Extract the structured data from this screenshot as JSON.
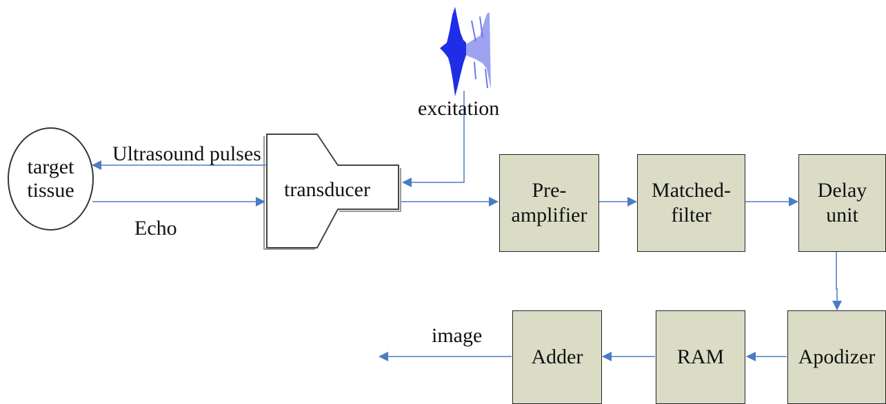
{
  "nodes": {
    "target_tissue": {
      "line1": "target",
      "line2": "tissue"
    },
    "transducer": "transducer",
    "preamplifier": {
      "line1": "Pre-",
      "line2": "amplifier"
    },
    "matched_filter": {
      "line1": "Matched-",
      "line2": "filter"
    },
    "delay_unit": {
      "line1": "Delay",
      "line2": "unit"
    },
    "apodizer": "Apodizer",
    "ram": "RAM",
    "adder": "Adder"
  },
  "edge_labels": {
    "ultrasound": "Ultrasound pulses",
    "echo": "Echo",
    "excitation": "excitation",
    "image": "image"
  },
  "colors": {
    "box_fill": "#dbdcc6",
    "arrow": "#4a7cc4",
    "waveform": "#1f2ee6"
  }
}
